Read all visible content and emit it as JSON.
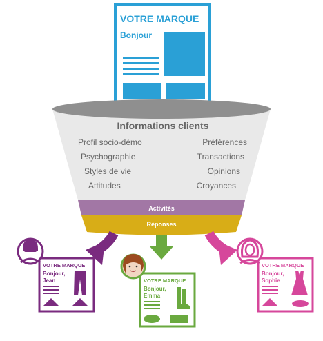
{
  "colors": {
    "blue": "#2aa0d6",
    "purple": "#7a2b7f",
    "green": "#6aa93f",
    "pink": "#d6479b",
    "funnel_purple": "#a277a5",
    "funnel_yellow": "#d8ad17",
    "funnel_top": "#8f8f8f",
    "funnel_body": "#e9e9e9"
  },
  "main_card": {
    "brand": "VOTRE MARQUE",
    "greeting": "Bonjour"
  },
  "funnel": {
    "title": "Informations clients",
    "left_items": [
      "Profil socio-démo",
      "Psychographie",
      "Styles de vie",
      "Attitudes"
    ],
    "right_items": [
      "Préférences",
      "Transactions",
      "Opinions",
      "Croyances"
    ],
    "band1": "Activités",
    "band2": "Réponses"
  },
  "cards": [
    {
      "brand": "VOTRE MARQUE",
      "greeting_line1": "Bonjour,",
      "greeting_line2": "Jean",
      "avatar_icon": "man-avatar-icon",
      "product_icon": "trousers-icon"
    },
    {
      "brand": "VOTRE MARQUE",
      "greeting_line1": "Bonjour,",
      "greeting_line2": "Emma",
      "avatar_icon": "woman-photo-avatar-icon",
      "product_icon": "boots-icon"
    },
    {
      "brand": "VOTRE MARQUE",
      "greeting_line1": "Bonjour,",
      "greeting_line2": "Sophie",
      "avatar_icon": "woman-avatar-icon",
      "product_icon": "dress-icon"
    }
  ]
}
